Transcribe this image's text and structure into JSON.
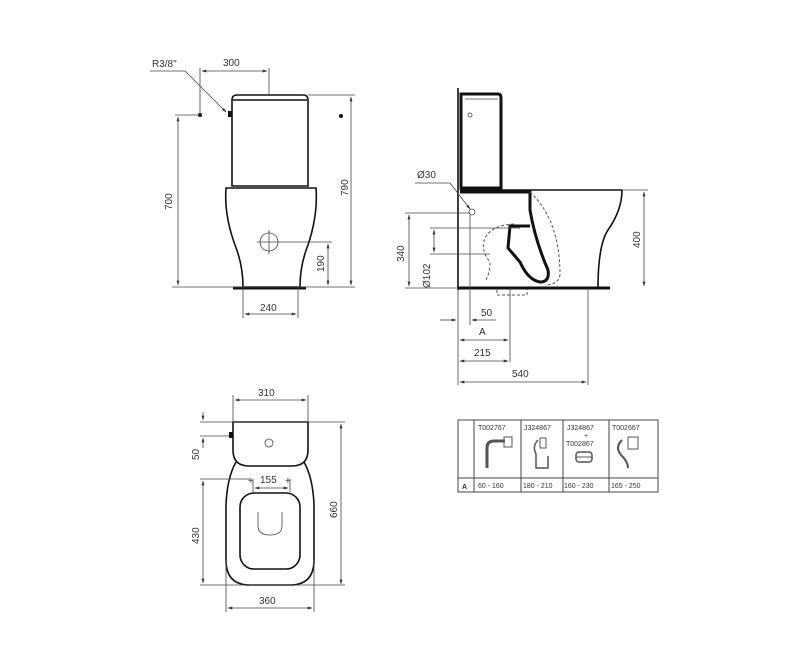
{
  "front_view": {
    "connection_label": "R3/8\"",
    "dim_width_top": "300",
    "dim_height_left": "700",
    "dim_height_right": "790",
    "dim_outlet_height": "190",
    "dim_base_width": "240"
  },
  "side_view": {
    "dim_inlet_diameter": "Ø30",
    "dim_inlet_height": "340",
    "dim_outlet_diameter": "Ø102",
    "dim_bowl_height": "400",
    "dim_50": "50",
    "dim_A": "A",
    "dim_215": "215",
    "dim_540": "540"
  },
  "top_view": {
    "dim_tank_width": "310",
    "dim_inlet_offset": "50",
    "dim_fixing_spacing": "155",
    "dim_fixing_depth": "430",
    "dim_total_depth": "660",
    "dim_total_width": "360"
  },
  "connector_table": {
    "row_label": "A",
    "columns": [
      {
        "code": "T002767",
        "code2": "",
        "range": "60 - 160"
      },
      {
        "code": "J324867",
        "code2": "",
        "range": "180 - 210"
      },
      {
        "code": "J324867",
        "plus": "+",
        "code2": "T002867",
        "range": "160 - 230"
      },
      {
        "code": "T002667",
        "code2": "",
        "range": "165 - 250"
      }
    ]
  },
  "colors": {
    "line": "#111111",
    "dimension": "#444444",
    "background": "#ffffff"
  }
}
